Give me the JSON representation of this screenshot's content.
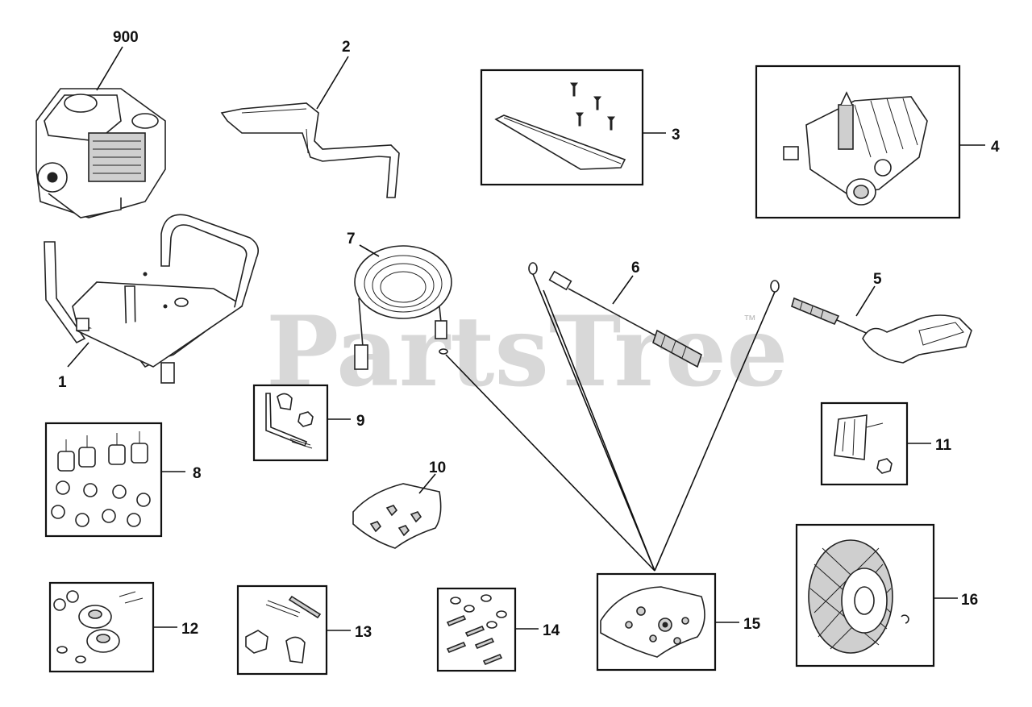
{
  "watermark": {
    "text": "PartsTree",
    "mark": "™"
  },
  "callouts": {
    "c900": "900",
    "c1": "1",
    "c2": "2",
    "c3": "3",
    "c4": "4",
    "c5": "5",
    "c6": "6",
    "c7": "7",
    "c8": "8",
    "c9": "9",
    "c10": "10",
    "c11": "11",
    "c12": "12",
    "c13": "13",
    "c14": "14",
    "c15": "15",
    "c16": "16"
  },
  "colors": {
    "line": "#111111",
    "watermark": "#c8c8c8",
    "background": "#ffffff"
  }
}
